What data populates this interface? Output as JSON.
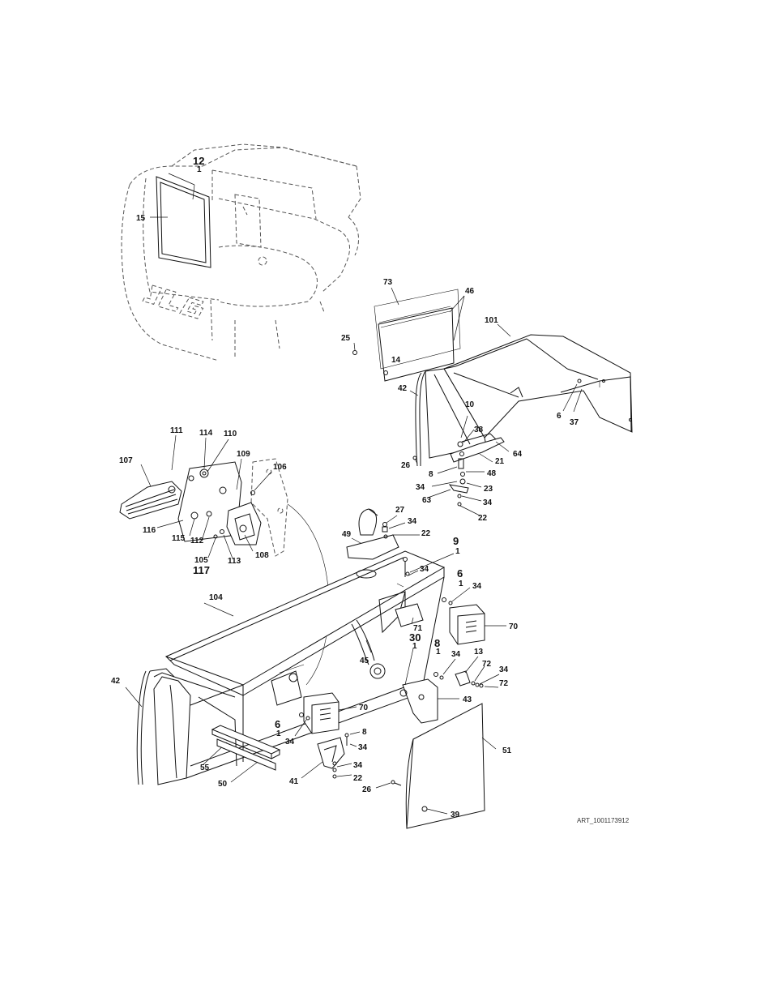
{
  "art_ref": "ART_1001173912",
  "callouts": {
    "c12": "12",
    "c12q": "1",
    "c15": "15",
    "c73": "73",
    "c46": "46",
    "c25": "25",
    "c14": "14",
    "c101": "101",
    "c42a": "42",
    "c10": "10",
    "c6a": "6",
    "c37": "37",
    "c38": "38",
    "c64": "64",
    "c26a": "26",
    "c21": "21",
    "c8a": "8",
    "c48": "48",
    "c34a": "34",
    "c23": "23",
    "c63": "63",
    "c34b": "34",
    "c22a": "22",
    "c111": "111",
    "c114": "114",
    "c110": "110",
    "c107": "107",
    "c109": "109",
    "c106": "106",
    "c116": "116",
    "c115": "115",
    "c112": "112",
    "c105": "105",
    "c117": "117",
    "c113": "113",
    "c108": "108",
    "c27": "27",
    "c34c": "34",
    "c49": "49",
    "c22b": "22",
    "c9": "9",
    "c9q": "1",
    "c34d": "34",
    "c6b": "6",
    "c6bq": "1",
    "c34e": "34",
    "c104": "104",
    "c71": "71",
    "c70a": "70",
    "c30": "30",
    "c30q": "1",
    "c8b": "8",
    "c8bq": "1",
    "c34f": "34",
    "c13": "13",
    "c72a": "72",
    "c34g": "34",
    "c72b": "72",
    "c42b": "42",
    "c45": "45",
    "c43": "43",
    "c70b": "70",
    "c6c": "6",
    "c6cq": "1",
    "c34h": "34",
    "c8c": "8",
    "c34i": "34",
    "c51": "51",
    "c34j": "34",
    "c22c": "22",
    "c55": "55",
    "c41": "41",
    "c26b": "26",
    "c50": "50",
    "c39": "39"
  }
}
